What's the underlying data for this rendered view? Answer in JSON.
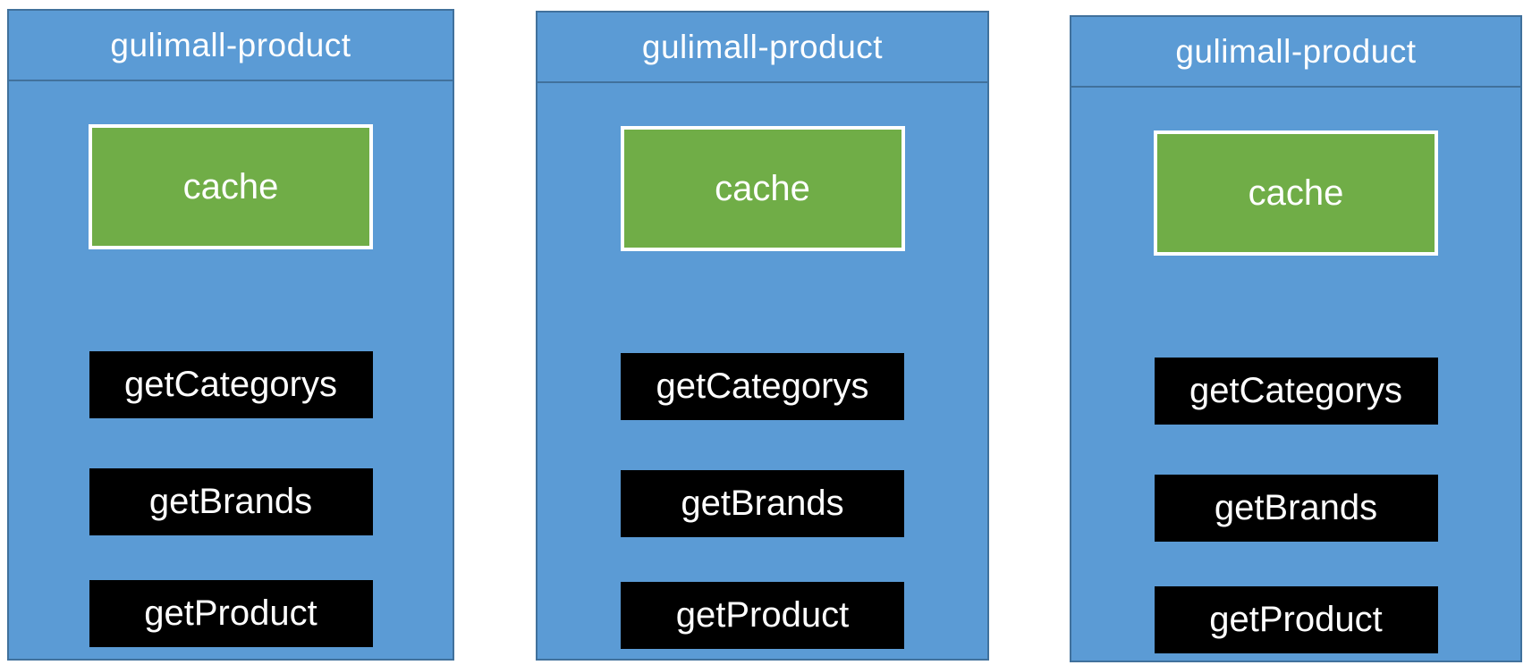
{
  "diagram": {
    "description": "Three instances of the gulimall-product microservice, each with its own local cache and cached methods",
    "colors": {
      "page_bg": "#ffffff",
      "panel_fill": "#5b9bd5",
      "panel_border": "#41719c",
      "cache_fill": "#70ad47",
      "cache_border": "#ffffff",
      "method_fill": "#000000",
      "text_color": "#ffffff"
    },
    "panels": [
      {
        "title": "gulimall-product",
        "cache_label": "cache",
        "methods": [
          "getCategorys",
          "getBrands",
          "getProduct"
        ]
      },
      {
        "title": "gulimall-product",
        "cache_label": "cache",
        "methods": [
          "getCategorys",
          "getBrands",
          "getProduct"
        ]
      },
      {
        "title": "gulimall-product",
        "cache_label": "cache",
        "methods": [
          "getCategorys",
          "getBrands",
          "getProduct"
        ]
      }
    ]
  }
}
